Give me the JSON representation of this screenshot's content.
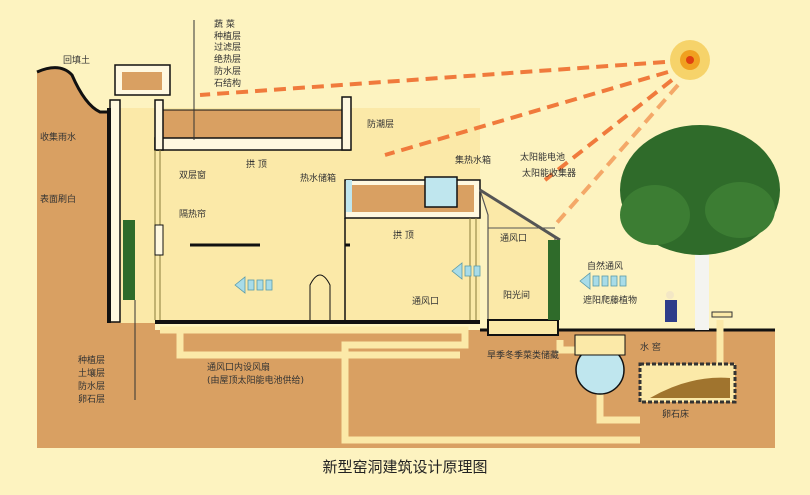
{
  "title": "新型窑洞建筑设计原理图",
  "colors": {
    "background": "#fdf3c0",
    "soil": "#d9a062",
    "sun_ray": "#f07a3c",
    "sun": "#f0a020",
    "air": "#a8dce8",
    "water": "#bfe6ee",
    "plant": "#2f6b2a"
  },
  "roof_layers": [
    "蔬 菜",
    "种植层",
    "过滤层",
    "绝热层",
    "防水层",
    "石结构"
  ],
  "ground_layers": [
    "种植层",
    "土壤层",
    "防水层",
    "卵石层"
  ],
  "labels": {
    "backfill": "回填土",
    "collect_rain": "收集雨水",
    "whitewash": "表面刷白",
    "double_window": "双层窗",
    "insulation_curtain": "隔热帘",
    "arch": "拱 顶",
    "arch2": "拱 顶",
    "damp_proof": "防潮层",
    "hot_water_tank": "热水储箱",
    "heat_collect_tank": "集热水箱",
    "solar_cell": "太阳能电池",
    "solar_collector": "太阳能收集器",
    "vent1": "通风口",
    "vent2": "通风口",
    "sunroom": "阳光间",
    "natural_vent": "自然通风",
    "shade_vine": "遮阳爬藤植物",
    "fan_note_1": "通风口内设风扇",
    "fan_note_2": "(由屋顶太阳能电池供给)",
    "storage": "旱季冬季菜类储藏",
    "water_cellar": "水 窖",
    "pebble_bed": "卵石床"
  }
}
